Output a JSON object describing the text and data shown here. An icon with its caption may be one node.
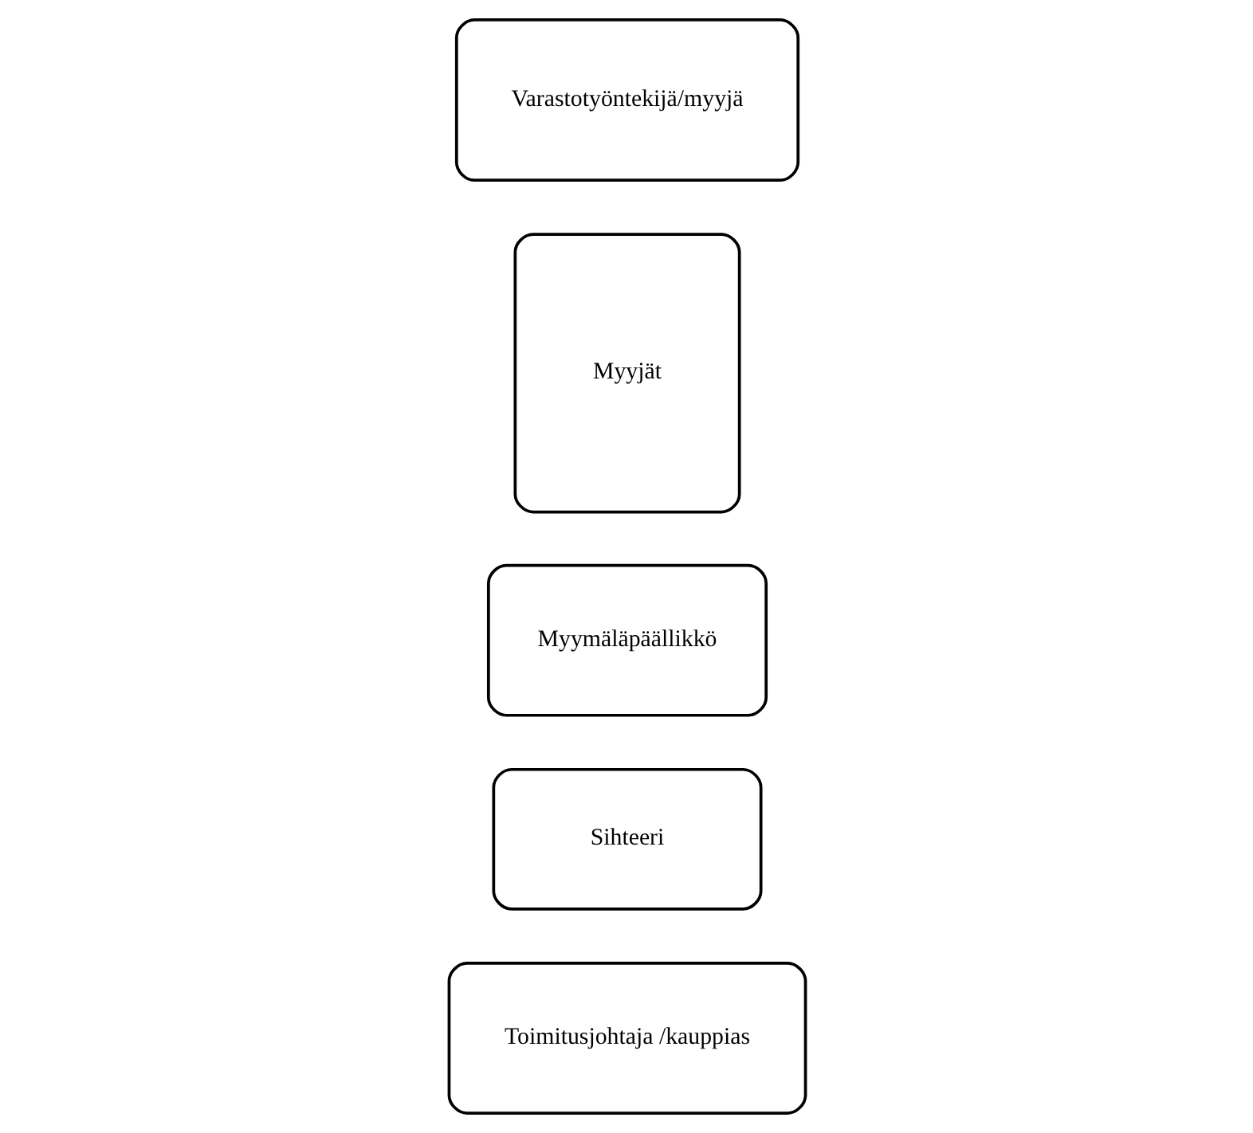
{
  "diagram": {
    "nodes": [
      {
        "text": [
          "Toimitusjohtaja /kauppias"
        ]
      },
      {
        "text": [
          "Sihteeri"
        ]
      },
      {
        "text": [
          "Myymäläpäällikkö"
        ]
      },
      {
        "text": [
          "Myyjät"
        ]
      },
      {
        "text": [
          "Varastotyöntekijä/myyjä"
        ]
      }
    ]
  }
}
